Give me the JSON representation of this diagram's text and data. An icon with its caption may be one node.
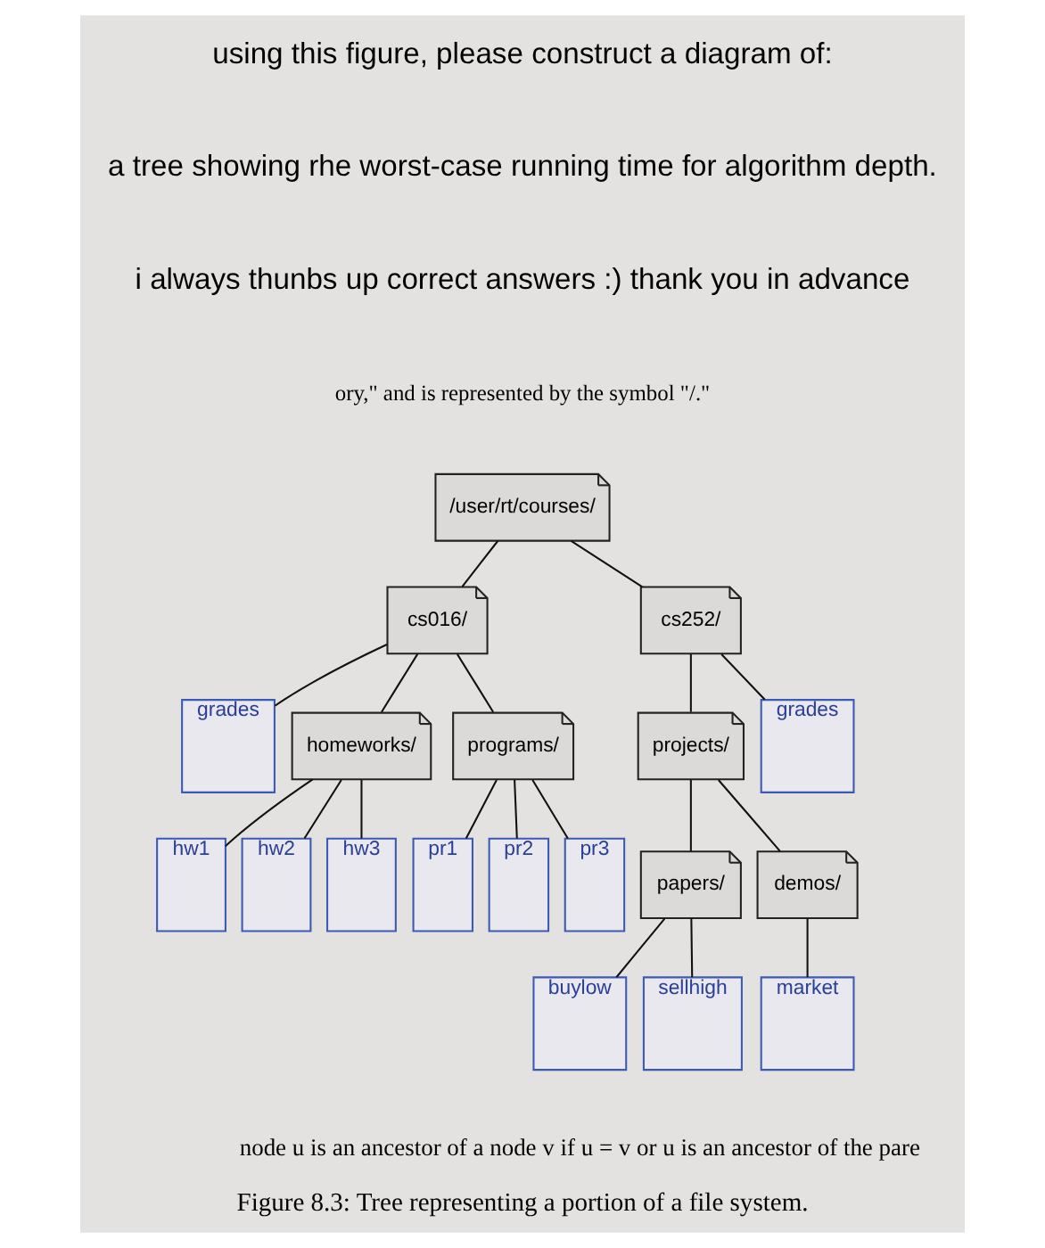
{
  "diagram": {
    "caption": "Figure 8.3: Tree representing a portion of a file system.",
    "nodes": [
      {
        "text": [
          "/user/rt/courses/"
        ]
      },
      {
        "text": [
          "cs016/"
        ]
      },
      {
        "text": [
          "cs252/"
        ]
      },
      {
        "text": [
          "grades"
        ]
      },
      {
        "text": [
          "homeworks/"
        ]
      },
      {
        "text": [
          "programs/"
        ]
      },
      {
        "text": [
          "projects/"
        ]
      },
      {
        "text": [
          "grades"
        ]
      },
      {
        "text": [
          "hw1"
        ]
      },
      {
        "text": [
          "hw2"
        ]
      },
      {
        "text": [
          "hw3"
        ]
      },
      {
        "text": [
          "pr1"
        ]
      },
      {
        "text": [
          "pr2"
        ]
      },
      {
        "text": [
          "pr3"
        ]
      },
      {
        "text": [
          "papers/"
        ]
      },
      {
        "text": [
          "demos/"
        ]
      },
      {
        "text": [
          "buylow"
        ]
      },
      {
        "text": [
          "sellhigh"
        ]
      },
      {
        "text": [
          "market"
        ]
      }
    ],
    "edges": [
      {
        "from": 0,
        "to": 1,
        "arrow": "none"
      },
      {
        "from": 0,
        "to": 2,
        "arrow": "none"
      },
      {
        "from": 1,
        "to": 3,
        "arrow": "none"
      },
      {
        "from": 1,
        "to": 4,
        "arrow": "none"
      },
      {
        "from": 1,
        "to": 5,
        "arrow": "none"
      },
      {
        "from": 2,
        "to": 6,
        "arrow": "none"
      },
      {
        "from": 2,
        "to": 7,
        "arrow": "none"
      },
      {
        "from": 4,
        "to": 8,
        "arrow": "none"
      },
      {
        "from": 4,
        "to": 9,
        "arrow": "none"
      },
      {
        "from": 4,
        "to": 10,
        "arrow": "none"
      },
      {
        "from": 5,
        "to": 11,
        "arrow": "none"
      },
      {
        "from": 5,
        "to": 12,
        "arrow": "none"
      },
      {
        "from": 5,
        "to": 13,
        "arrow": "none"
      },
      {
        "from": 6,
        "to": 14,
        "arrow": "none"
      },
      {
        "from": 6,
        "to": 15,
        "arrow": "none"
      },
      {
        "from": 14,
        "to": 16,
        "arrow": "none"
      },
      {
        "from": 14,
        "to": 17,
        "arrow": "none"
      },
      {
        "from": 15,
        "to": 18,
        "arrow": "none"
      }
    ],
    "labels": [
      "using this figure, please construct a diagram of:",
      "a tree showing rhe worst-case running time for algorithm depth.",
      "i always thunbs up correct answers :) thank you in advance",
      "ory,\" and is represented by the symbol \"/.\"",
      "node u is an ancestor of a node v if u = v or u is an ancestor of the pare"
    ]
  }
}
